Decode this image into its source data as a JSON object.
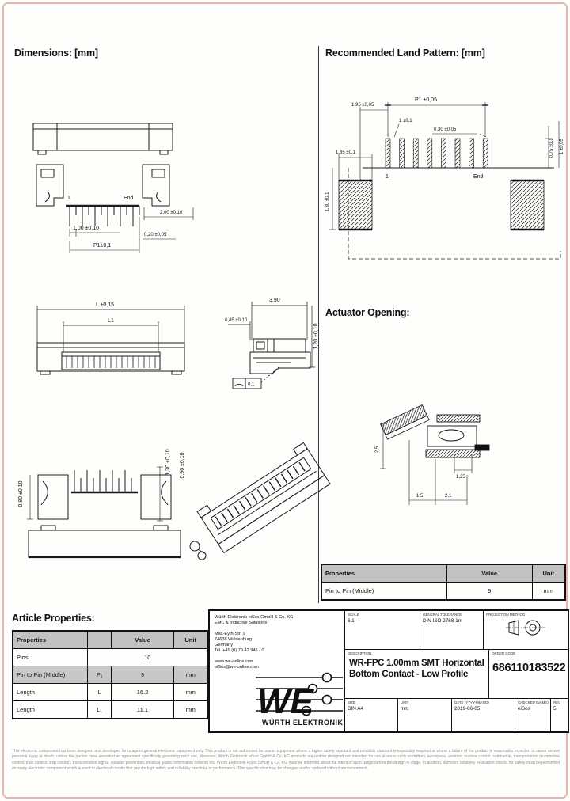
{
  "titles": {
    "dimensions": "Dimensions: [mm]",
    "land_pattern": "Recommended Land Pattern: [mm]",
    "actuator": "Actuator Opening:",
    "article_properties": "Article Properties:"
  },
  "drawings": {
    "top_view": {
      "pin1": "1",
      "pin_end": "End",
      "dim_pitch": "1,00 ±0,10",
      "dim_end_pad": "2,00 ±0,10",
      "dim_pad_width": "0,20 ±0,05",
      "dim_p1": "P1±0,1"
    },
    "front_view": {
      "dim_length": "L ±0,15",
      "dim_length1": "L1"
    },
    "side_view": {
      "dim_depth": "3,90",
      "dim_lead": "0,45 ±0,10",
      "dim_height": "1,20 ±0,10",
      "flatness_tolerance": "0,1"
    },
    "front_elevation": {
      "dim_h1": "0,80 ±0,10",
      "dim_h2": "1,30 +0,10",
      "dim_h3": "0,90 ±0,10"
    },
    "land_pattern": {
      "dim_p1": "P1 ±0,05",
      "dim_first_pad": "1,95 ±0,05",
      "dim_pad_len": "1 ±0,1",
      "dim_pad_width": "0,30 ±0,05",
      "dim_top1": "0,75 ±0,1",
      "dim_top2": "1 ±0,05",
      "dim_anchor_width": "1,85 ±0,1",
      "dim_anchor_height": "1,30 ±0,1",
      "pin1": "1",
      "pin_end": "End"
    },
    "actuator": {
      "dim_open_height": "2,5",
      "dim_contact": "1,25",
      "dim_a": "1,5",
      "dim_b": "2,1"
    }
  },
  "pin_table": {
    "headers": [
      "Properties",
      "Value",
      "Unit"
    ],
    "row": {
      "property": "Pin to Pin (Middle)",
      "value": "9",
      "unit": "mm"
    }
  },
  "article_properties": {
    "headers": [
      "Properties",
      "Value",
      "Unit"
    ],
    "rows": [
      {
        "property": "Pins",
        "symbol": "",
        "value": "10",
        "unit": ""
      },
      {
        "property": "Pin to Pin (Middle)",
        "symbol": "P₁",
        "value": "9",
        "unit": "mm"
      },
      {
        "property": "Length",
        "symbol": "L",
        "value": "16.2",
        "unit": "mm"
      },
      {
        "property": "Length",
        "symbol": "L₁",
        "value": "11.1",
        "unit": "mm"
      }
    ]
  },
  "title_block": {
    "company": "Würth Elektronik eiSos GmbH & Co. KG\nEMC & Inductive Solutions\n\nMax-Eyth-Str. 1\n74638 Waldenburg\nGermany\nTel. +49 (0) 79 42 945 - 0\n\nwww.we-online.com\neiSos@we-online.com",
    "brand_we": "WE",
    "brand_name": "WÜRTH ELEKTRONIK",
    "brand_red": "#e2001a",
    "cells_top": [
      {
        "label": "SCALE",
        "value": "6:1"
      },
      {
        "label": "GENERAL TOLERANCE",
        "value": "DIN ISO 2768-1m"
      },
      {
        "label": "PROJECTION METHOD",
        "value": ""
      }
    ],
    "description_label": "DESCRIPTION",
    "description_line1": "WR-FPC 1.00mm SMT Horizontal",
    "description_line2": "Bottom Contact - Low Profile",
    "order_label": "ORDER CODE",
    "order_code": "686110183522",
    "cells_bottom": [
      {
        "label": "SIZE",
        "value": "DIN A4"
      },
      {
        "label": "UNIT",
        "value": "mm"
      },
      {
        "label": "DATE (YYYY-MM-DD)",
        "value": "2019-06-05"
      },
      {
        "label": "CHECKED (NAME)",
        "value": "eiSos"
      },
      {
        "label": "REV",
        "value": "5"
      }
    ]
  },
  "footer": {
    "disclaimer": "This electronic component has been designed and developed for usage in general electronic equipment only. This product is not authorized for use in equipment where a higher safety standard and reliability standard is especially required or where a failure of the product is reasonably expected to cause severe personal injury or death, unless the parties have executed an agreement specifically governing such use. Moreover, Würth Elektronik eiSos GmbH & Co. KG products are neither designed nor intended for use in areas such as military, aerospace, aviation, nuclear control, submarine, transportation (automotive control, train control, ship control), transportation signal, disaster prevention, medical, public information network etc. Würth Elektronik eiSos GmbH & Co. KG must be informed about the intent of such usage before the design-in stage. In addition, sufficient reliability evaluation checks for safety must be performed on every electronic component which is used in electrical circuits that require high safety and reliability functions or performance. This specification may be changed and/or updated without announcement."
  }
}
